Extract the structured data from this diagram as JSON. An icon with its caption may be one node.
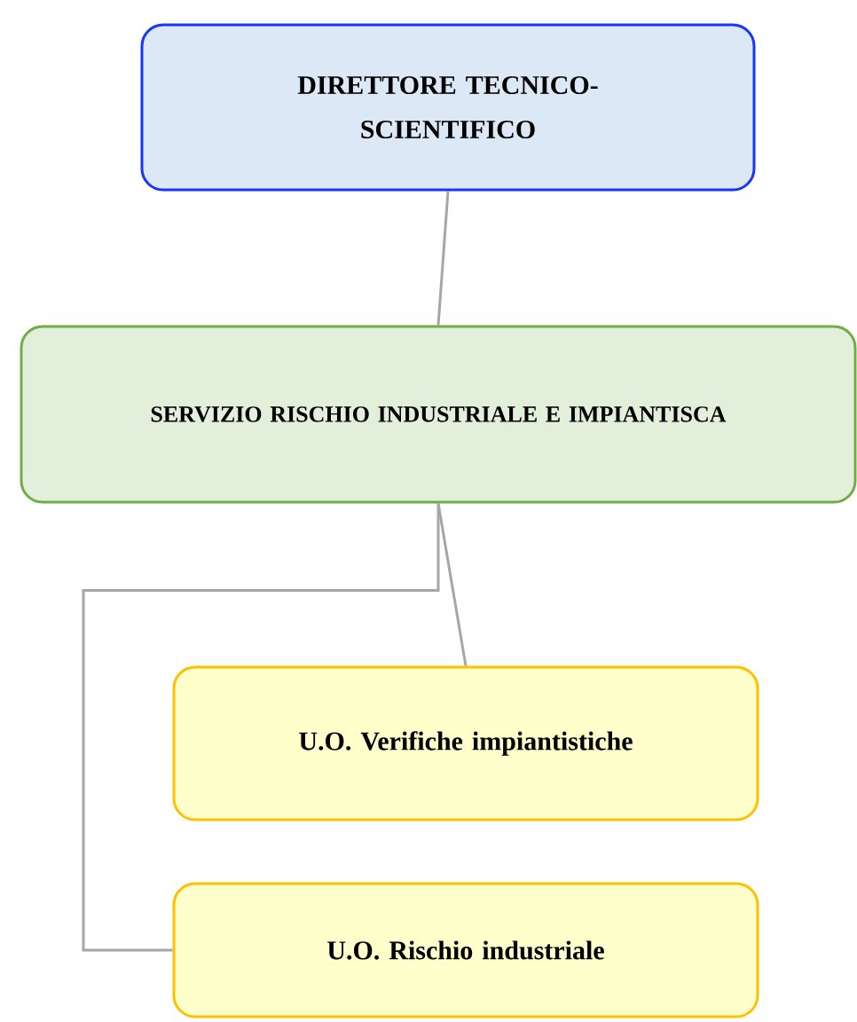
{
  "diagram": {
    "nodes": [
      {
        "text": [
          "DIRETTORE TECNICO-SCIENTIFICO"
        ]
      },
      {
        "text": [
          "SERVIZIO RISCHIO INDUSTRIALE E IMPIANTISCA"
        ]
      },
      {
        "text": [
          "U.O. Verifiche impiantistiche"
        ]
      },
      {
        "text": [
          "U.O. Rischio industriale"
        ]
      }
    ],
    "edges": [
      {
        "from": 0,
        "to": 1,
        "arrow": "none"
      },
      {
        "from": 1,
        "to": 2,
        "arrow": "none"
      },
      {
        "from": 1,
        "to": 3,
        "arrow": "none"
      }
    ]
  }
}
